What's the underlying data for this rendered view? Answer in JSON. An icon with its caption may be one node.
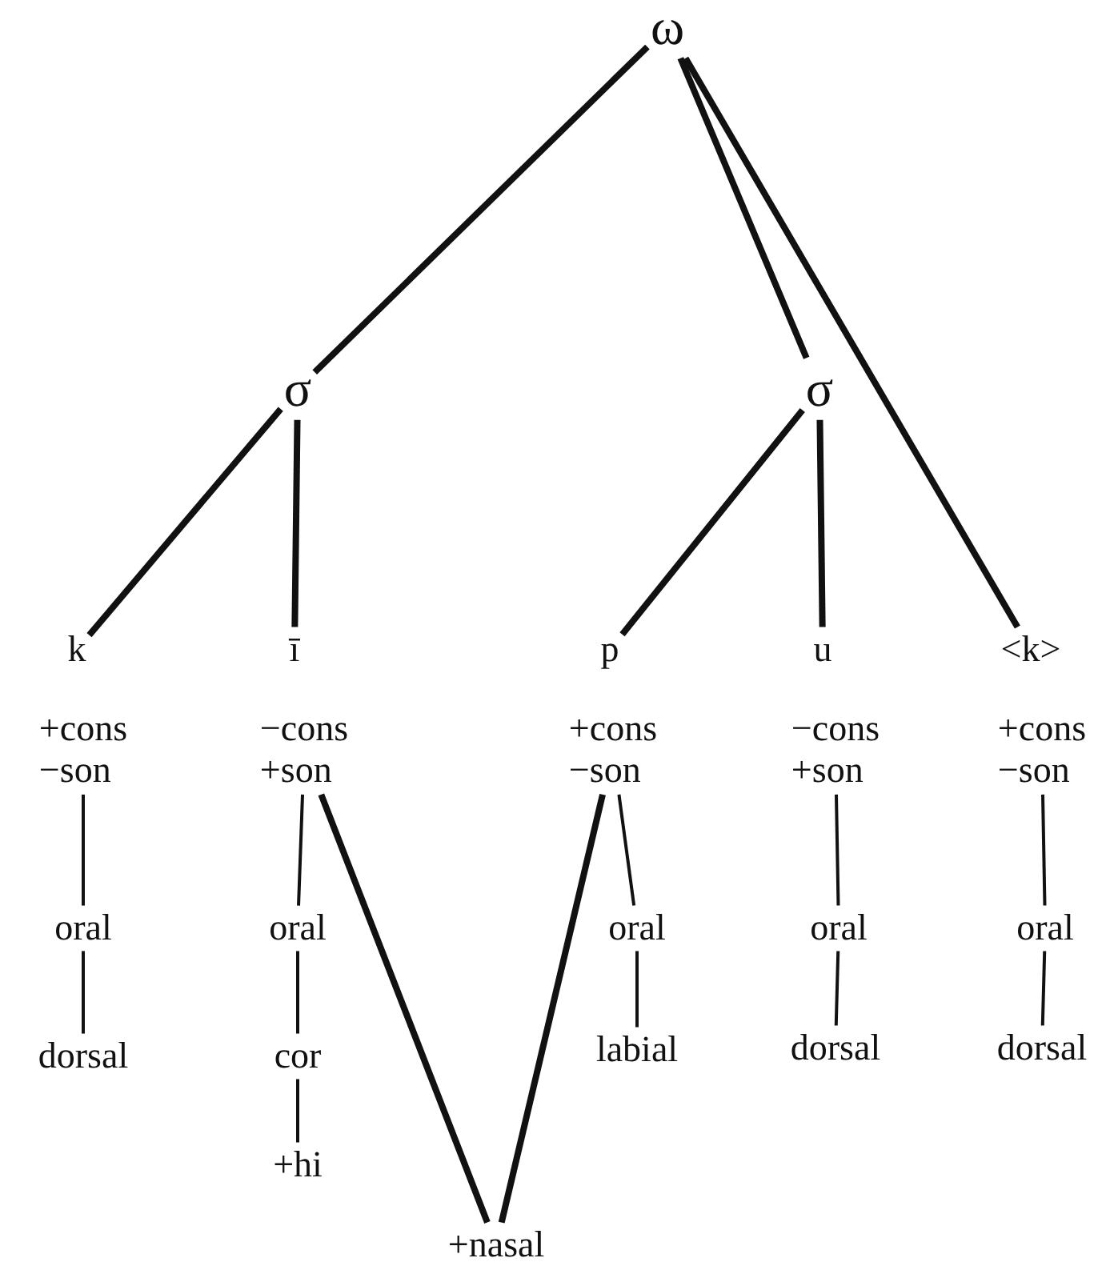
{
  "diagram": {
    "nodes": [
      {
        "text": [
          "ω"
        ]
      },
      {
        "text": [
          "σ"
        ]
      },
      {
        "text": [
          "σ"
        ]
      },
      {
        "text": [
          "k"
        ]
      },
      {
        "text": [
          "ī"
        ]
      },
      {
        "text": [
          "p"
        ]
      },
      {
        "text": [
          "u"
        ]
      },
      {
        "text": [
          "<k>"
        ]
      },
      {
        "text": [
          "+cons",
          "−son"
        ]
      },
      {
        "text": [
          "−cons",
          "+son"
        ]
      },
      {
        "text": [
          "+cons",
          "−son"
        ]
      },
      {
        "text": [
          "−cons",
          "+son"
        ]
      },
      {
        "text": [
          "+cons",
          "−son"
        ]
      },
      {
        "text": [
          "oral"
        ]
      },
      {
        "text": [
          "oral"
        ]
      },
      {
        "text": [
          "oral"
        ]
      },
      {
        "text": [
          "oral"
        ]
      },
      {
        "text": [
          "oral"
        ]
      },
      {
        "text": [
          "dorsal"
        ]
      },
      {
        "text": [
          "cor"
        ]
      },
      {
        "text": [
          "labial"
        ]
      },
      {
        "text": [
          "dorsal"
        ]
      },
      {
        "text": [
          "dorsal"
        ]
      },
      {
        "text": [
          "+hi"
        ]
      },
      {
        "text": [
          "+nasal"
        ]
      }
    ],
    "edges": [
      {
        "from": 0,
        "to": 1,
        "arrow": "none",
        "style": "thick"
      },
      {
        "from": 0,
        "to": 2,
        "arrow": "none",
        "style": "thick"
      },
      {
        "from": 0,
        "to": 7,
        "arrow": "none",
        "style": "thick"
      },
      {
        "from": 1,
        "to": 3,
        "arrow": "none",
        "style": "thick"
      },
      {
        "from": 1,
        "to": 4,
        "arrow": "none",
        "style": "thick"
      },
      {
        "from": 2,
        "to": 5,
        "arrow": "none",
        "style": "thick"
      },
      {
        "from": 2,
        "to": 6,
        "arrow": "none",
        "style": "thick"
      },
      {
        "from": 8,
        "to": 13,
        "arrow": "none"
      },
      {
        "from": 9,
        "to": 14,
        "arrow": "none"
      },
      {
        "from": 10,
        "to": 15,
        "arrow": "none"
      },
      {
        "from": 11,
        "to": 16,
        "arrow": "none"
      },
      {
        "from": 12,
        "to": 17,
        "arrow": "none"
      },
      {
        "from": 13,
        "to": 18,
        "arrow": "none"
      },
      {
        "from": 14,
        "to": 19,
        "arrow": "none"
      },
      {
        "from": 15,
        "to": 20,
        "arrow": "none"
      },
      {
        "from": 16,
        "to": 21,
        "arrow": "none"
      },
      {
        "from": 17,
        "to": 22,
        "arrow": "none"
      },
      {
        "from": 19,
        "to": 23,
        "arrow": "none"
      },
      {
        "from": 9,
        "to": 24,
        "arrow": "none",
        "style": "thick"
      },
      {
        "from": 10,
        "to": 24,
        "arrow": "none",
        "style": "thick"
      }
    ]
  }
}
